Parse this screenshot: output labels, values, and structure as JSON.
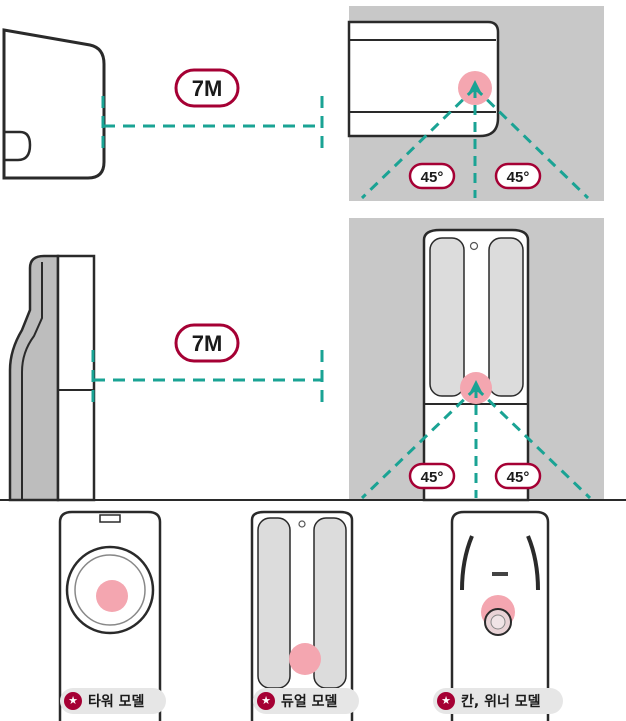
{
  "colors": {
    "accent": "#a50034",
    "dash": "#1aa394",
    "panel_gray": "#c8c8c8",
    "sensor_pink": "#f4a6b0"
  },
  "wall_unit": {
    "distance_label": "7M",
    "angle_left": "45°",
    "angle_right": "45°"
  },
  "stand_unit": {
    "distance_label": "7M",
    "angle_left": "45°",
    "angle_right": "45°"
  },
  "models": [
    {
      "name": "타워 모델",
      "icon": "star-icon"
    },
    {
      "name": "듀얼 모델",
      "icon": "star-icon"
    },
    {
      "name": "칸, 위너 모델",
      "icon": "star-icon"
    }
  ]
}
